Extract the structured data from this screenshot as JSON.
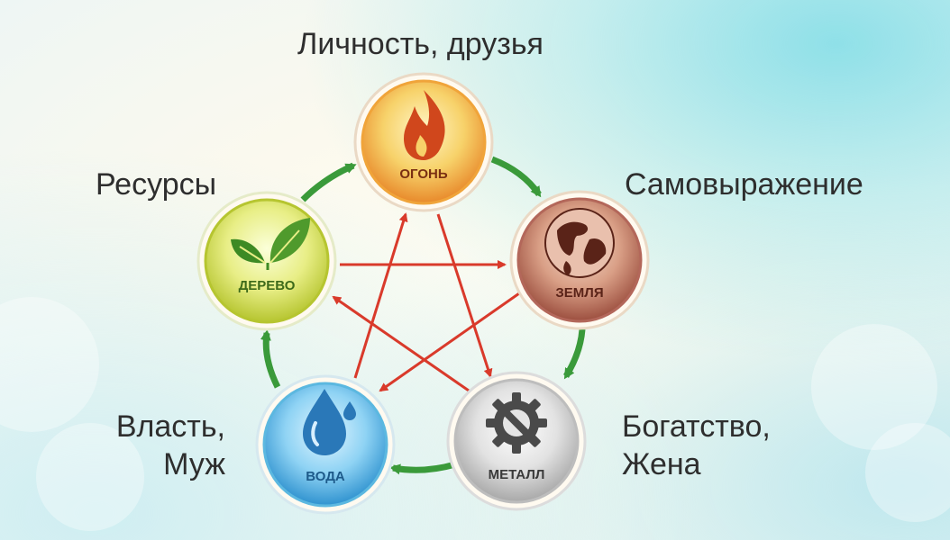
{
  "elements": {
    "fire": {
      "name": "ОГОНЬ",
      "label": "Личность, друзья"
    },
    "earth": {
      "name": "ЗЕМЛЯ",
      "label": "Самовыражение"
    },
    "metal": {
      "name": "МЕТАЛЛ",
      "label_line1": "Богатство,",
      "label_line2": "Жена"
    },
    "water": {
      "name": "ВОДА",
      "label_line1": "Власть,",
      "label_line2": "Муж"
    },
    "wood": {
      "name": "ДЕРЕВО",
      "label": "Ресурсы"
    }
  },
  "colors": {
    "generating_arrow": "#3a9a3a",
    "controlling_arrow": "#d93a2b",
    "fire": "#f0a43a",
    "earth": "#b3675a",
    "metal": "#cfcfcf",
    "water": "#5cb8e0",
    "wood": "#c9d94a"
  },
  "icons": {
    "fire": "flame-icon",
    "earth": "globe-icon",
    "metal": "gear-wrench-icon",
    "water": "water-drop-icon",
    "wood": "leaves-icon"
  }
}
